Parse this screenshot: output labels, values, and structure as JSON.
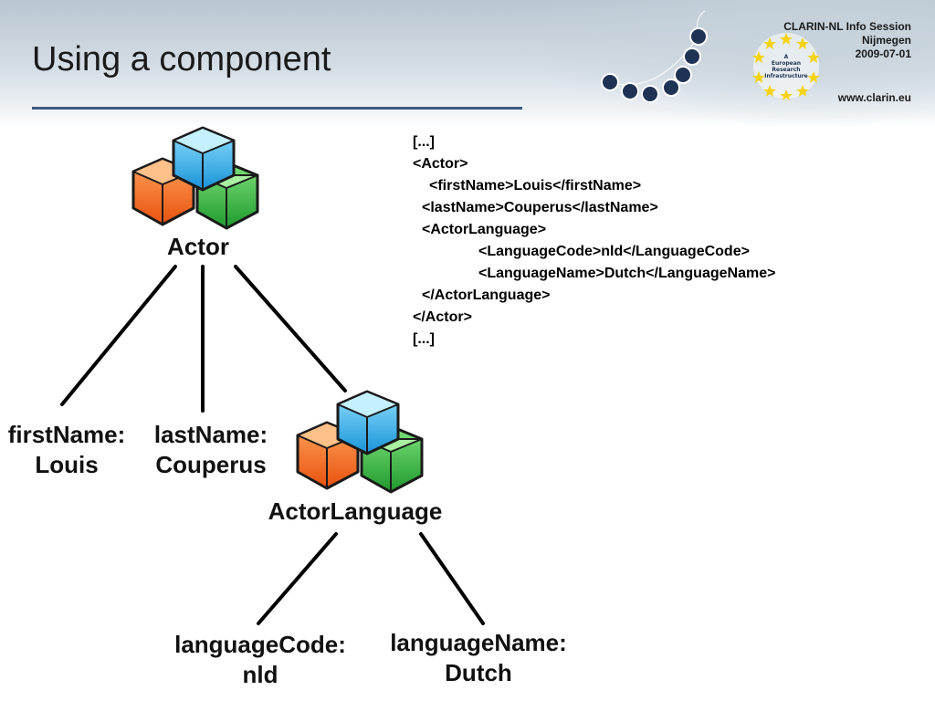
{
  "slide": {
    "title": "Using a component"
  },
  "header": {
    "event": "CLARIN-NL Info Session",
    "city": "Nijmegen",
    "date": "2009-07-01",
    "website": "www.clarin.eu",
    "seal_text_1": "A",
    "seal_text_2": "European",
    "seal_text_3": "Research",
    "seal_text_4": "Infrastructure"
  },
  "diagram": {
    "root": {
      "label": "Actor",
      "icon": "component-cubes-icon"
    },
    "children": [
      {
        "label_line1": "firstName:",
        "label_line2": "Louis"
      },
      {
        "label_line1": "lastName:",
        "label_line2": "Couperus"
      }
    ],
    "sub_component": {
      "label": "ActorLanguage",
      "icon": "component-cubes-icon"
    },
    "sub_children": [
      {
        "label_line1": "languageCode:",
        "label_line2": "nld"
      },
      {
        "label_line1": "languageName:",
        "label_line2": "Dutch"
      }
    ]
  },
  "xml_lines": [
    "[...]",
    "<Actor>",
    "<firstName>Louis</firstName>",
    "<lastName>Couperus</lastName>",
    "<ActorLanguage>",
    "<LanguageCode>nld</LanguageCode>",
    "<LanguageName>Dutch</LanguageName>",
    "</ActorLanguage>",
    "</Actor>",
    "[...]"
  ],
  "colors": {
    "accent_line": "#3d5a80",
    "dot_navy": "#1f3354",
    "cube_blue": "#2fa8e6",
    "cube_orange": "#f26b21",
    "cube_green": "#3bb44a"
  }
}
